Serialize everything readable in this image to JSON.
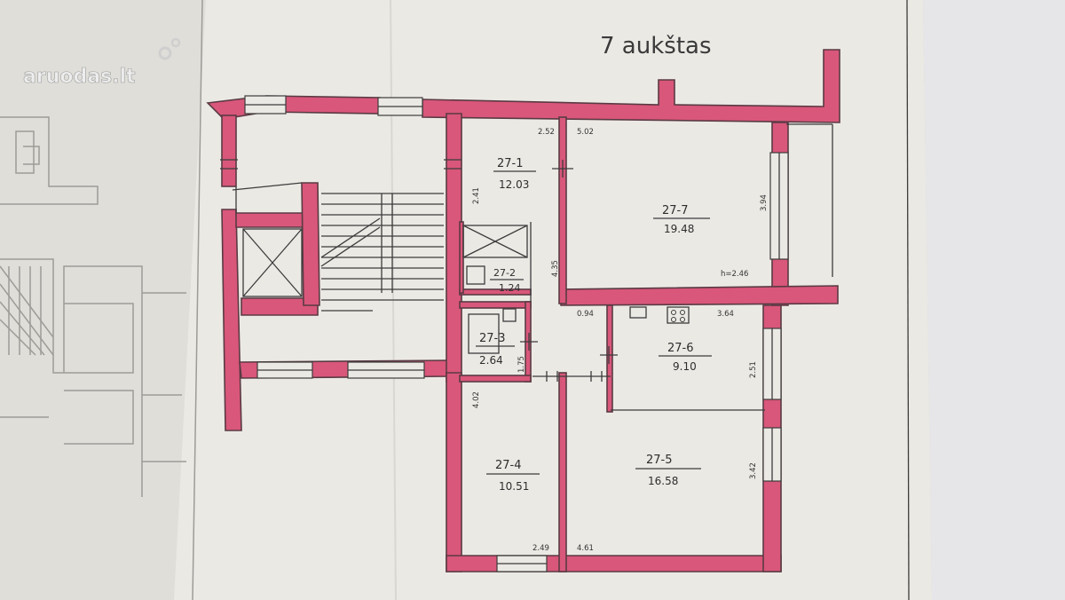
{
  "watermark": {
    "text": "aruodas.lt"
  },
  "plan": {
    "title": "7 aukštas",
    "rooms": [
      {
        "id": "27-1",
        "area": "12.03"
      },
      {
        "id": "27-2",
        "area": "1.24"
      },
      {
        "id": "27-3",
        "area": "2.64"
      },
      {
        "id": "27-4",
        "area": "10.51"
      },
      {
        "id": "27-5",
        "area": "16.58"
      },
      {
        "id": "27-6",
        "area": "9.10"
      },
      {
        "id": "27-7",
        "area": "19.48"
      }
    ],
    "dimensions": {
      "d252": "2.52",
      "d502": "5.02",
      "d241": "2.41",
      "d435": "4.35",
      "d394": "3.94",
      "h246": "h=2.46",
      "d094": "0.94",
      "d364": "3.64",
      "d251": "2.51",
      "d175": "1.75",
      "d402": "4.02",
      "d342": "3.42",
      "d249": "2.49",
      "d461": "4.61"
    }
  }
}
